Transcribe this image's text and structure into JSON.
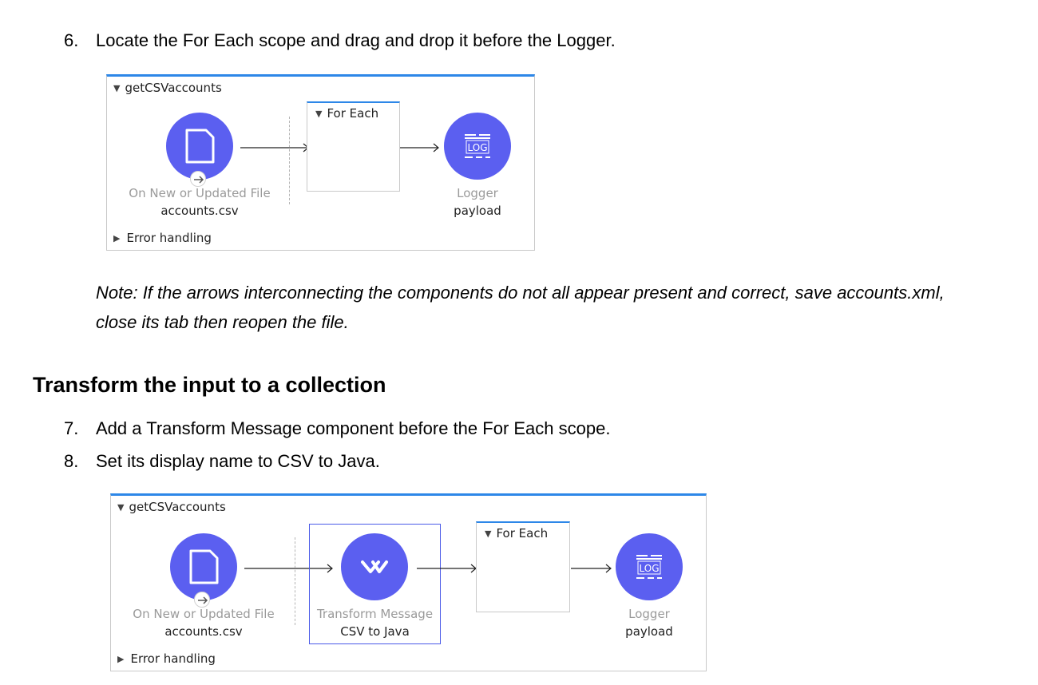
{
  "steps": [
    {
      "num": "6.",
      "text": "Locate the For Each scope and drag and drop it before the Logger."
    },
    {
      "num": "7.",
      "text": "Add a Transform Message component before the For Each scope."
    },
    {
      "num": "8.",
      "text": "Set its display name to CSV to Java."
    }
  ],
  "note": "Note: If the arrows interconnecting the components do not all appear present and correct, save accounts.xml, close its tab then reopen the file.",
  "heading": "Transform the input to a collection",
  "diagram1": {
    "flow_name": "getCSVaccounts",
    "source": {
      "type": "On New or Updated File",
      "name": "accounts.csv",
      "icon": "file-icon"
    },
    "scope": {
      "title": "For Each"
    },
    "logger": {
      "type": "Logger",
      "name": "payload",
      "icon": "log-icon",
      "icon_text": "LOG"
    },
    "error_handling": "Error handling"
  },
  "diagram2": {
    "flow_name": "getCSVaccounts",
    "source": {
      "type": "On New or Updated File",
      "name": "accounts.csv",
      "icon": "file-icon"
    },
    "transform": {
      "type": "Transform Message",
      "name": "CSV to Java",
      "icon": "dataweave-icon"
    },
    "scope": {
      "title": "For Each"
    },
    "logger": {
      "type": "Logger",
      "name": "payload",
      "icon": "log-icon",
      "icon_text": "LOG"
    },
    "error_handling": "Error handling"
  },
  "colors": {
    "accent": "#5b5ff0",
    "flow_border": "#2d87e8",
    "selection": "#4a5ae8"
  }
}
